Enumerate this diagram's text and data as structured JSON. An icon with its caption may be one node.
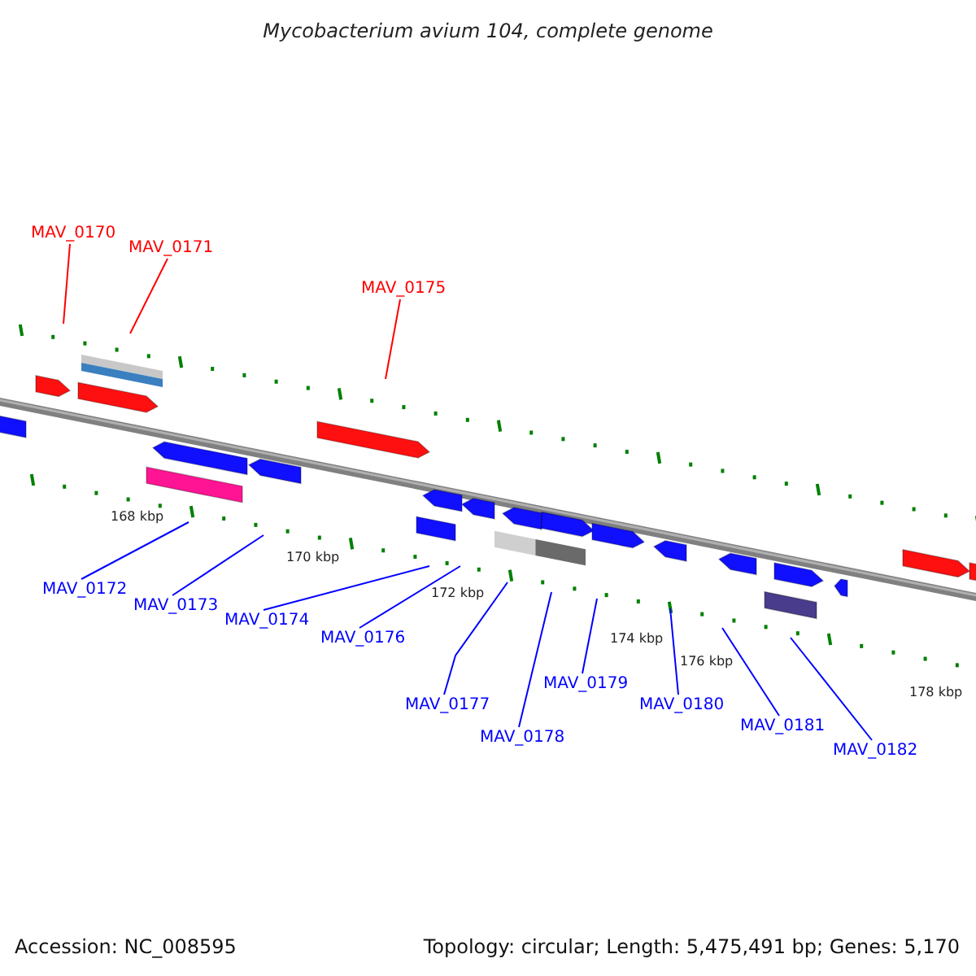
{
  "diagram": {
    "title": "Mycobacterium avium 104, complete genome",
    "nodes": [
      {
        "text": [
          "MAV_0170"
        ]
      },
      {
        "text": [
          "MAV_0171"
        ]
      },
      {
        "text": [
          "MAV_0175"
        ]
      },
      {
        "text": [
          "MAV_0172"
        ]
      },
      {
        "text": [
          "MAV_0173"
        ]
      },
      {
        "text": [
          "MAV_0174"
        ]
      },
      {
        "text": [
          "MAV_0176"
        ]
      },
      {
        "text": [
          "MAV_0177"
        ]
      },
      {
        "text": [
          "MAV_0178"
        ]
      },
      {
        "text": [
          "MAV_0179"
        ]
      },
      {
        "text": [
          "MAV_0180"
        ]
      },
      {
        "text": [
          "MAV_0181"
        ]
      },
      {
        "text": [
          "MAV_0182"
        ]
      }
    ],
    "edges": [
      {
        "from": 0,
        "to": null,
        "arrow": "none",
        "color": "#ff0000"
      },
      {
        "from": 1,
        "to": null,
        "arrow": "none",
        "color": "#ff0000"
      },
      {
        "from": 2,
        "to": null,
        "arrow": "none",
        "color": "#ff0000"
      },
      {
        "from": 3,
        "to": null,
        "arrow": "none"
      },
      {
        "from": 4,
        "to": null,
        "arrow": "none"
      },
      {
        "from": 5,
        "to": null,
        "arrow": "none"
      },
      {
        "from": 6,
        "to": null,
        "arrow": "none"
      },
      {
        "from": 7,
        "to": null,
        "arrow": "none"
      },
      {
        "from": 8,
        "to": null,
        "arrow": "none"
      },
      {
        "from": 9,
        "to": null,
        "arrow": "none"
      },
      {
        "from": 10,
        "to": null,
        "arrow": "none"
      },
      {
        "from": 11,
        "to": null,
        "arrow": "none"
      },
      {
        "from": 12,
        "to": null,
        "arrow": "none"
      }
    ],
    "labels": [
      "168 kbp",
      "170 kbp",
      "172 kbp",
      "174 kbp",
      "176 kbp",
      "178 kbp",
      "Accession: NC_008595",
      "Topology: circular; Length: 5,475,491 bp; Genes: 5,170"
    ]
  }
}
